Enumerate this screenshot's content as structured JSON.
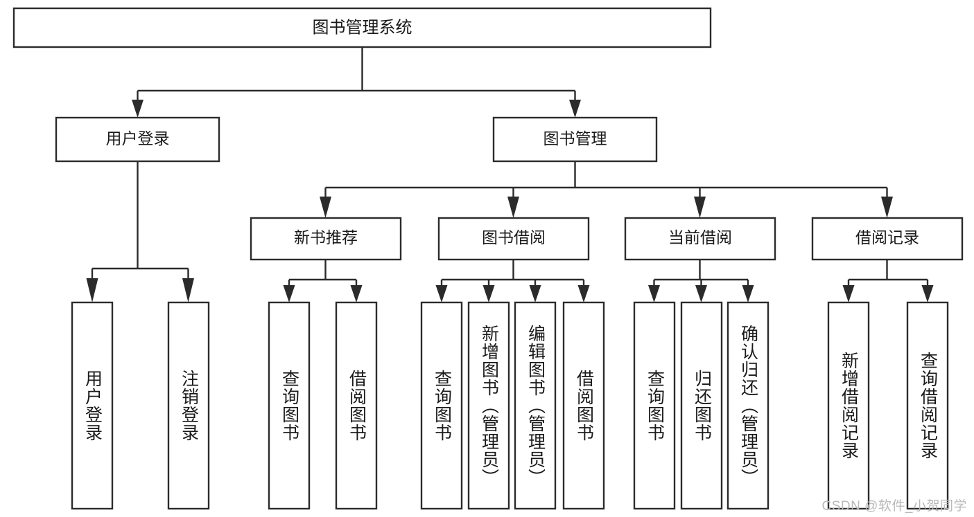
{
  "diagram": {
    "title_node": {
      "label": "图书管理系统"
    },
    "level2": [
      {
        "id": "user-login",
        "label": "用户登录"
      },
      {
        "id": "book-management",
        "label": "图书管理"
      }
    ],
    "level3": [
      {
        "id": "new-book-recommend",
        "label": "新书推荐"
      },
      {
        "id": "book-borrow",
        "label": "图书借阅"
      },
      {
        "id": "current-borrow",
        "label": "当前借阅"
      },
      {
        "id": "borrow-record",
        "label": "借阅记录"
      }
    ],
    "leaves": {
      "user-login": [
        {
          "id": "leaf-user-login",
          "label": "用户登录"
        },
        {
          "id": "leaf-logout-login",
          "label": "注销登录"
        }
      ],
      "new-book-recommend": [
        {
          "id": "leaf-query-book-1",
          "label": "查询图书"
        },
        {
          "id": "leaf-borrow-book-1",
          "label": "借阅图书"
        }
      ],
      "book-borrow": [
        {
          "id": "leaf-query-book-2",
          "label": "查询图书"
        },
        {
          "id": "leaf-add-book",
          "label": "新增图书（管理员）"
        },
        {
          "id": "leaf-edit-book",
          "label": "编辑图书（管理员）"
        },
        {
          "id": "leaf-borrow-book-2",
          "label": "借阅图书"
        }
      ],
      "current-borrow": [
        {
          "id": "leaf-query-book-3",
          "label": "查询图书"
        },
        {
          "id": "leaf-return-book",
          "label": "归还图书"
        },
        {
          "id": "leaf-confirm-return",
          "label": "确认归还（管理员）"
        }
      ],
      "borrow-record": [
        {
          "id": "leaf-add-record",
          "label": "新增借阅记录"
        },
        {
          "id": "leaf-query-record",
          "label": "查询借阅记录"
        }
      ]
    },
    "colors": {
      "stroke": "#2b2b2b",
      "fill": "#ffffff",
      "text": "#1a1a1a",
      "watermark": "#b9b9b9"
    }
  },
  "watermark": {
    "text": "CSDN @软件_小贺同学"
  }
}
